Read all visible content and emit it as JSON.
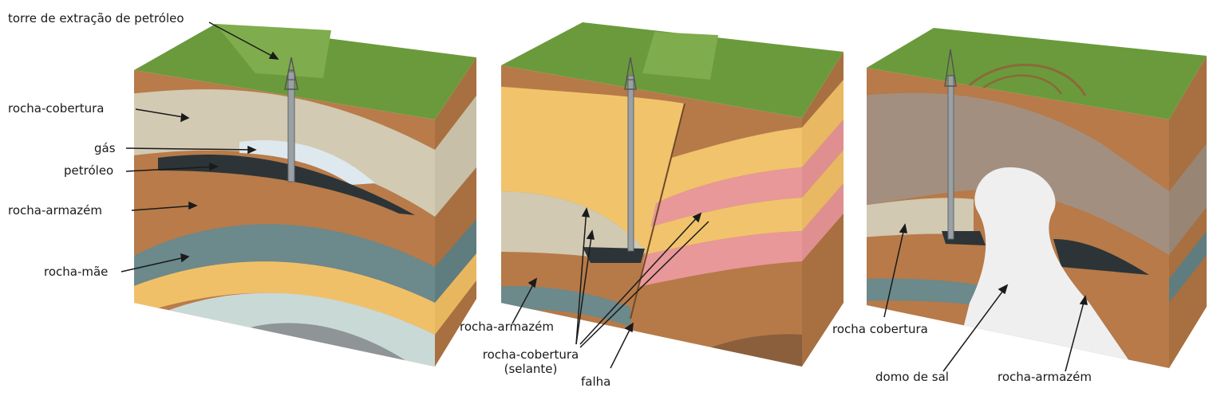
{
  "colors": {
    "grass": "#5f8e34",
    "grass_light": "#7ea64a",
    "soil": "#b77a48",
    "soil_dark": "#9a6236",
    "cap_rock": "#cfc7b0",
    "gas": "#dcecf3",
    "oil": "#2b3336",
    "mother_rock": "#6c8a8c",
    "yellow": "#f1c36a",
    "pink": "#e99a9a",
    "salt": "#eeeeee",
    "brown_cap": "#9f8a7c"
  },
  "labels": {
    "tower": "torre de extração de petróleo",
    "cap_rock": "rocha-cobertura",
    "gas": "gás",
    "oil": "petróleo",
    "reservoir": "rocha-armazém",
    "source_rock": "rocha-mãe",
    "reservoir_2": "rocha-armazém",
    "cap_rock_2_line1": "rocha-cobertura",
    "cap_rock_2_line2": "(selante)",
    "fault": "falha",
    "cap_rock_3": "rocha cobertura",
    "salt_dome": "domo de sal",
    "reservoir_3": "rocha-armazém"
  }
}
